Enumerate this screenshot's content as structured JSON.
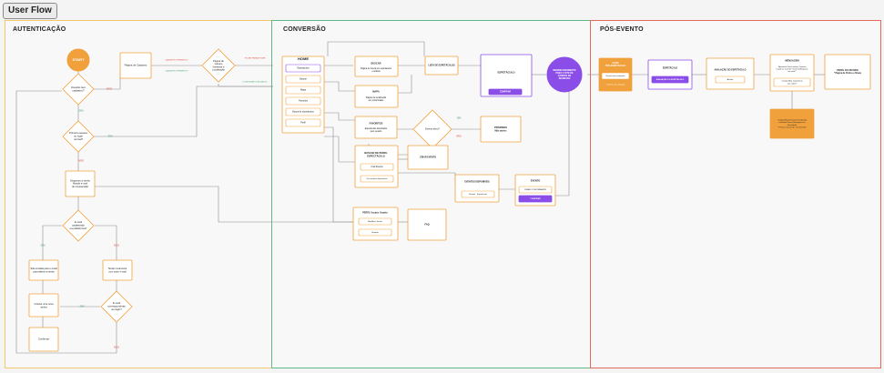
{
  "title": "User Flow",
  "sections": {
    "auth": "AUTENTICAÇÃO",
    "conv": "CONVERSÃO",
    "pos": "PÓS-EVENTO"
  },
  "auth": {
    "start": "START",
    "q_has_account": [
      "Usuário tem",
      "cadastro?"
    ],
    "no": "NÃO",
    "yes": "SIM",
    "signup_page": "Página de Cadastro",
    "cad_redirect_a": "CADASTRO PERMITIDO",
    "cad_redirect_b": "CADASTRO PERMITIDO",
    "q_interests": [
      "Página de",
      "Gênero",
      "Interesse e",
      "Localização"
    ],
    "skip_label": "PULAR PARA A HOME",
    "continue_label": "CONTINUAR COM DADOS",
    "q_first_access": [
      "Primeiro acesso",
      "ou login",
      "normal?"
    ],
    "forgot": [
      "Esqueceu a senha",
      "Mande e-mail",
      "de recuperação"
    ],
    "q_email": [
      "E-mail",
      "cadastrado",
      "na plataforma?"
    ],
    "tela_email": [
      "Tela enviada para o email",
      "para alterar a senha"
    ],
    "nova_senha": [
      "Colocar uma nova",
      "senha"
    ],
    "tentar": [
      "Tentar novamente",
      "com outro e-mail"
    ],
    "q_correct": [
      "E-mail",
      "correspondente",
      "ao login?"
    ],
    "confirmar": "Confirmar"
  },
  "conv": {
    "home": "HOME",
    "home_items": [
      "Espetáculos",
      "Buscar",
      "Mapa",
      "Favoritos",
      "Busca de espetáculos",
      "Perfil"
    ],
    "buscar_title": "BUSCAR",
    "buscar_sub": [
      "Página de busca por espetáculos",
      "e artistas"
    ],
    "mapa_title": "MAPA",
    "mapa_sub": [
      "Página de localização",
      "por proximidade"
    ],
    "favoritos_title": "FAVORITOS",
    "favoritos_sub": [
      "Espetáculos favoritados",
      "pelo usuário"
    ],
    "lista": "LISTA DE ESPETÁCULOS",
    "espetaculo": "ESPETÁCULO",
    "comprar": "COMPRAR",
    "redir": [
      "REDIRECIONAMENTO",
      "PARA O SITE DE",
      "COMPRA DE",
      "INGRESSO"
    ],
    "q_evento": "Evento ativo?",
    "proximos": [
      "PRÓXIMOS",
      "Não ativos"
    ],
    "buscar_perfil": [
      "BUSCAR DE PERFIL",
      "ESPECTÁCULO"
    ],
    "criar_evento": "Criar Evento",
    "ver_eventos": "Ver eventos disponíveis",
    "criar_evento_label": "CRIAR EVENTO",
    "eventos_disp": "EVENTOS DISPONÍVEIS",
    "evento_title": "EVENTO",
    "evento_item": "Evento · Espetáculo",
    "evento_info": "CRIAR O INFORMANTE",
    "evento_btn": "COMPRAR",
    "perfil_title": "PERFIL Usuário Usuário",
    "perfil_a": "Modificar Senha",
    "perfil_b": "Suporte",
    "faq": "FAQ"
  },
  "pos": {
    "cards_title": [
      "CARD",
      "PÓS-ESPETÁCULO"
    ],
    "cards_item": "Deixar uma avaliação",
    "cards_foot": "* Sistema de avaliação",
    "espetaculo": "ESPETÁCULO",
    "espetaculo_btn": "AVALIAÇÃO DO ESPETÁCULO",
    "avaliacao": "AVALIAÇÃO DO ESPETÁCULO",
    "avaliar": "Avaliar",
    "mensagem": "MENSAGEM",
    "mensagem_sub": [
      "\"Aproveite! Você avaliou 3 pontos",
      "e ganhou 1 ponto!\" Você desbloqueou",
      "um nível!\""
    ],
    "compartilhar": [
      "Compartilhar experiência",
      "nas redes?"
    ],
    "compartilhar_card": [
      "Compartilhamento personalizado",
      "na Rede Social (Instagram ou",
      "Facebook)",
      "* Postar no post de \"recomende\""
    ],
    "perfil_usuario": [
      "PERFIL DO USUÁRIO",
      "* Página de Pontos e Níveis"
    ]
  },
  "colors": {
    "orange": "#f0a13c",
    "purple": "#8a4de8",
    "green": "#3aa06b",
    "red": "#e0453a"
  }
}
